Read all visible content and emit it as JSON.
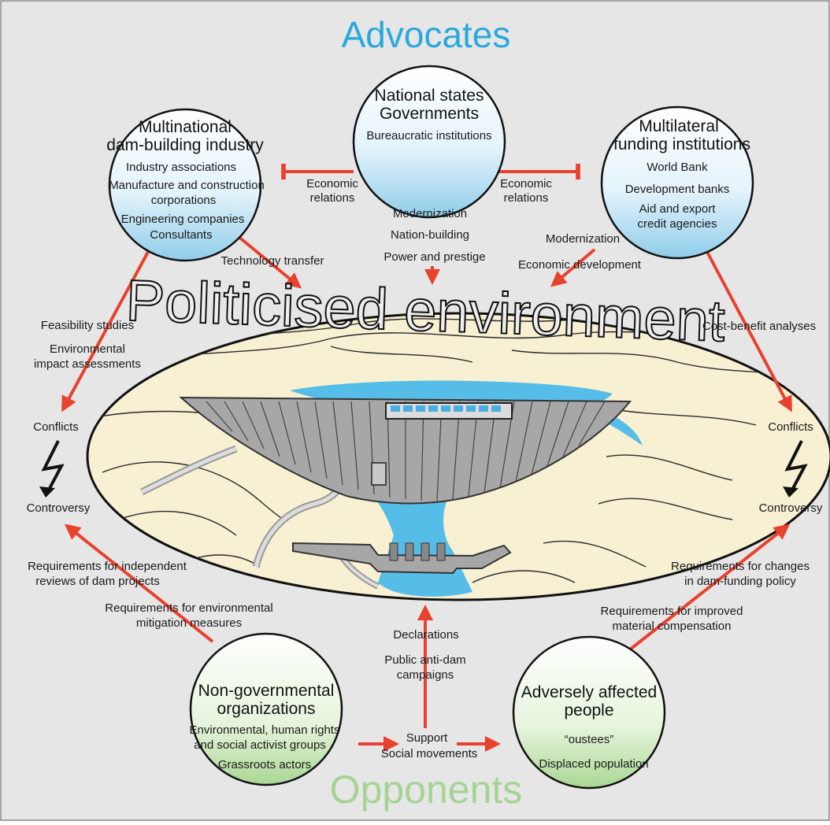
{
  "titles": {
    "top": "Advocates",
    "bottom": "Opponents",
    "center": "Politicised environment"
  },
  "colors": {
    "background": "#e6e6e6",
    "advocates_title": "#2aa9dd",
    "opponents_title": "#9fce8d",
    "arrow": "#e8422e",
    "water": "#55bde8",
    "land": "#f7f0d2",
    "advocate_circle_gradient": [
      "#ffffff",
      "#9fd4ee"
    ],
    "opponent_circle_gradient": [
      "#ffffff",
      "#b5dc9f"
    ]
  },
  "actors": {
    "national": {
      "title_lines": [
        "National states",
        "Governments"
      ],
      "items": [
        "Bureaucratic institutions"
      ]
    },
    "industry": {
      "title_lines": [
        "Multinational",
        "dam-building industry"
      ],
      "items": [
        "Industry associations",
        "Manufacture and construction",
        "corporations",
        "Engineering companies",
        "Consultants"
      ]
    },
    "funding": {
      "title_lines": [
        "Multilateral",
        "funding institutions"
      ],
      "items": [
        "World Bank",
        "Development banks",
        "Aid and export",
        "credit agencies"
      ]
    },
    "ngo": {
      "title_lines": [
        "Non-governmental",
        "organizations"
      ],
      "items": [
        "Environmental, human rights",
        "and social activist groups",
        "Grassroots actors"
      ]
    },
    "affected": {
      "title_lines": [
        "Adversely affected",
        "people"
      ],
      "items": [
        "“oustees”",
        "Displaced population"
      ]
    }
  },
  "relations": {
    "economic_left": [
      "Economic",
      "relations"
    ],
    "economic_right": [
      "Economic",
      "relations"
    ],
    "national_motives": [
      "Modernization",
      "Nation-building",
      "Power and prestige"
    ],
    "funding_motives": [
      "Modernization",
      "Economic development"
    ],
    "technology": "Technology transfer",
    "left_studies": [
      "Feasibility studies",
      "Environmental",
      "impact assessments"
    ],
    "right_studies": "Cost-benefit analyses",
    "conflicts": "Conflicts",
    "controversy": "Controversy",
    "ngo_req_reviews": [
      "Requirements for independent",
      "reviews of dam projects"
    ],
    "ngo_req_mitigation": [
      "Requirements for environmental",
      "mitigation measures"
    ],
    "affected_req_policy": [
      "Requirements for changes",
      "in dam-funding policy"
    ],
    "affected_req_compensation": [
      "Requirements for improved",
      "material compensation"
    ],
    "declarations": "Declarations",
    "campaigns": [
      "Public anti-dam",
      "campaigns"
    ],
    "support": [
      "Support",
      "Social movements"
    ]
  }
}
